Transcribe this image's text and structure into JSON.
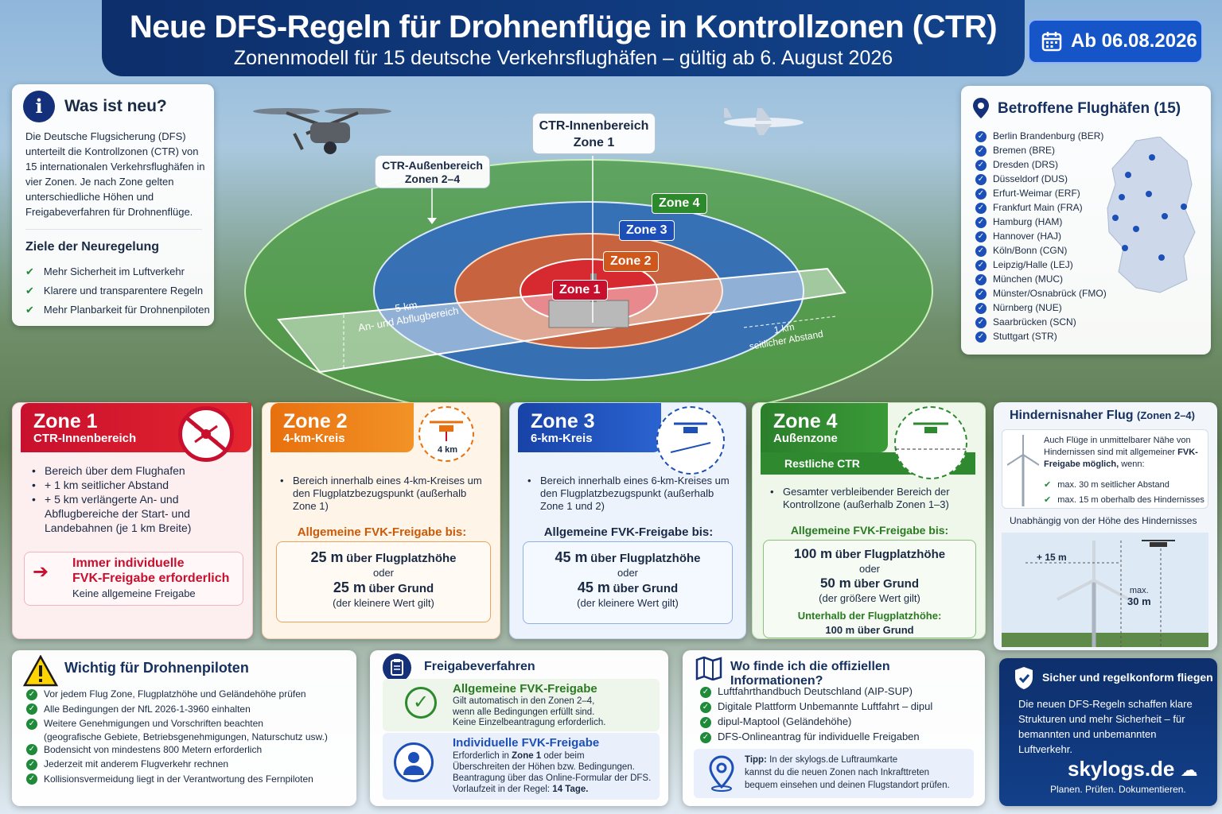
{
  "header": {
    "title": "Neue DFS-Regeln für Drohnenflüge in Kontrollzonen (CTR)",
    "subtitle": "Zonenmodell für 15 deutsche Verkehrsflughäfen – gültig ab 6. August 2026",
    "date_badge": "Ab 06.08.2026"
  },
  "intro": {
    "title": "Was ist neu?",
    "text": "Die Deutsche Flugsicherung (DFS) unterteilt die Kontrollzonen (CTR) von 15 internationalen Verkehrsflughäfen in vier Zonen. Je nach Zone gelten unterschiedliche Höhen und Freigabeverfahren für Drohnenflüge.",
    "goals_title": "Ziele der Neuregelung",
    "goals": [
      "Mehr Sicherheit im Luftverkehr",
      "Klarere und transparentere Regeln",
      "Mehr Planbarkeit für Drohnenpiloten"
    ]
  },
  "map": {
    "inner_title": "CTR-Innenbereich",
    "inner_sub": "Zone 1",
    "outer_title": "CTR-Außenbereich",
    "outer_sub": "Zonen 2–4",
    "z1": "Zone 1",
    "z2": "Zone 2",
    "z3": "Zone 3",
    "z4": "Zone 4",
    "runway1": "5 km",
    "runway2": "An- und Abflugbereich",
    "side1": "1 km",
    "side2": "seitlicher Abstand"
  },
  "airports": {
    "title": "Betroffene Flughäfen (15)",
    "items": [
      "Berlin Brandenburg (BER)",
      "Bremen (BRE)",
      "Dresden (DRS)",
      "Düsseldorf (DUS)",
      "Erfurt-Weimar (ERF)",
      "Frankfurt Main (FRA)",
      "Hamburg (HAM)",
      "Hannover (HAJ)",
      "Köln/Bonn (CGN)",
      "Leipzig/Halle (LEJ)",
      "München (MUC)",
      "Münster/Osnabrück (FMO)",
      "Nürnberg (NUE)",
      "Saarbrücken (SCN)",
      "Stuttgart (STR)"
    ]
  },
  "zone1": {
    "title": "Zone 1",
    "sub": "CTR-Innenbereich",
    "bullets": [
      "Bereich über dem Flughafen",
      "+ 1 km seitlicher Abstand",
      "+ 5 km verlängerte An- und Abflugbereiche der Start- und Landebahnen (je 1 km Breite)"
    ],
    "note1": "Immer individuelle",
    "note2": "FVK-Freigabe erforderlich",
    "note3": "Keine allgemeine Freigabe"
  },
  "zone2": {
    "title": "Zone 2",
    "sub": "4-km-Kreis",
    "icon_label": "4 km",
    "bullets": [
      "Bereich innerhalb eines 4-km-Kreises um den Flugplatzbezugspunkt (außerhalb Zone 1)"
    ],
    "freigabe": "Allgemeine FVK-Freigabe bis:",
    "h1": "25 m",
    "t1": "über Flugplatzhöhe",
    "or": "oder",
    "h2": "25 m",
    "t2": "über Grund",
    "note": "(der kleinere Wert gilt)"
  },
  "zone3": {
    "title": "Zone 3",
    "sub": "6-km-Kreis",
    "bullets": [
      "Bereich innerhalb eines 6-km-Kreises um den Flugplatzbezugspunkt (außerhalb Zone 1 und 2)"
    ],
    "freigabe": "Allgemeine FVK-Freigabe bis:",
    "h1": "45 m",
    "t1": "über Flugplatzhöhe",
    "or": "oder",
    "h2": "45 m",
    "t2": "über Grund",
    "note": "(der kleinere Wert gilt)"
  },
  "zone4": {
    "title": "Zone 4",
    "sub": "Außenzone",
    "sub2": "Restliche CTR",
    "bullets": [
      "Gesamter verbleibender Bereich der Kontrollzone (außerhalb Zonen 1–3)"
    ],
    "freigabe": "Allgemeine FVK-Freigabe bis:",
    "h1": "100 m",
    "t1": "über Flugplatzhöhe",
    "or": "oder",
    "h2": "50 m",
    "t2": "über Grund",
    "note": "(der größere Wert gilt)",
    "below1": "Unterhalb der Flugplatzhöhe:",
    "below2": "100 m über Grund"
  },
  "obstacle": {
    "title": "Hindernisnaher Flug",
    "title_sub": "(Zonen 2–4)",
    "text1": "Auch Flüge in unmittelbarer Nähe von Hindernissen sind mit allgemeiner",
    "text2": "FVK-Freigabe möglich,",
    "text3": "wenn:",
    "items": [
      "max. 30 m seitlicher Abstand",
      "max. 15 m oberhalb des Hindernisses"
    ],
    "independent": "Unabhängig von der Höhe des Hindernisses",
    "plus15": "+ 15 m",
    "max30a": "max.",
    "max30b": "30 m"
  },
  "important": {
    "title": "Wichtig für Drohnenpiloten",
    "items": [
      "Vor jedem Flug Zone, Flugplatzhöhe und Geländehöhe prüfen",
      "Alle Bedingungen der NfL 2026-1-3960 einhalten",
      "Weitere Genehmigungen und Vorschriften beachten",
      "(geografische Gebiete, Betriebsgenehmigungen, Naturschutz usw.)",
      "Bodensicht von mindestens 800 Metern erforderlich",
      "Jederzeit mit anderem Flugverkehr rechnen",
      "Kollisionsvermeidung liegt in der Verantwortung des Fernpiloten"
    ]
  },
  "procedures": {
    "title": "Freigabeverfahren",
    "a_title": "Allgemeine FVK-Freigabe",
    "a_lines": [
      "Gilt automatisch in den Zonen 2–4,",
      "wenn alle Bedingungen erfüllt sind.",
      "Keine Einzelbeantragung erforderlich."
    ],
    "b_title": "Individuelle FVK-Freigabe",
    "b_l1a": "Erforderlich in ",
    "b_l1b": "Zone 1",
    "b_l1c": " oder beim",
    "b_lines": [
      "Überschreiten der Höhen bzw. Bedingungen.",
      "Beantragung über das Online-Formular der DFS."
    ],
    "b_l4a": "Vorlaufzeit in der Regel: ",
    "b_l4b": "14 Tage."
  },
  "info": {
    "title": "Wo finde ich die offiziellen Informationen?",
    "items": [
      "Luftfahrthandbuch Deutschland (AIP-SUP)",
      "Digitale Plattform Unbemannte Luftfahrt – dipul",
      "dipul-Maptool (Geländehöhe)",
      "DFS-Onlineantrag für individuelle Freigaben"
    ],
    "tip_label": "Tipp:",
    "tip_lines": [
      " In der skylogs.de Luftraumkarte",
      "kannst du die neuen Zonen nach Inkrafttreten",
      "bequem einsehen und deinen Flugstandort prüfen."
    ]
  },
  "safe": {
    "title": "Sicher und regelkonform fliegen",
    "text": "Die neuen DFS-Regeln schaffen klare Strukturen und mehr Sicherheit – für bemannten und unbemannten Luftverkehr.",
    "brand": "skylogs.de",
    "slogan": "Planen. Prüfen. Dokumentieren."
  },
  "colors": {
    "navy": "#0d2f6b",
    "zone1": "#c8102e",
    "zone2": "#e87511",
    "zone3": "#1d4fb8",
    "zone4": "#2c8a2c"
  }
}
